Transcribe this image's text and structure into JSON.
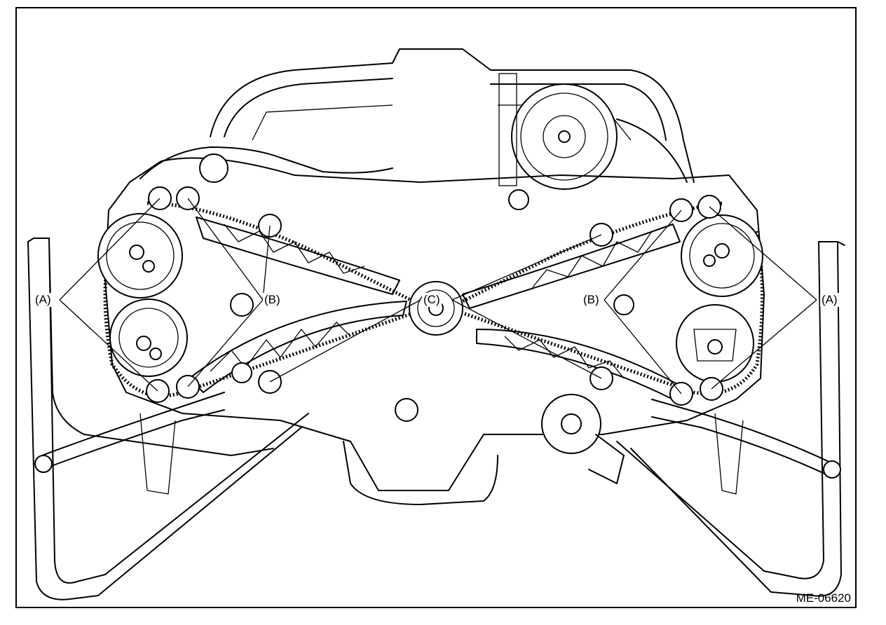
{
  "diagram": {
    "figure_id": "ME-06620",
    "callouts": {
      "a_left": "(A)",
      "b_left": "(B)",
      "c_center": "(C)",
      "b_right": "(B)",
      "a_right": "(A)"
    },
    "icons": [
      "engine-timing-chain-illustration"
    ]
  }
}
